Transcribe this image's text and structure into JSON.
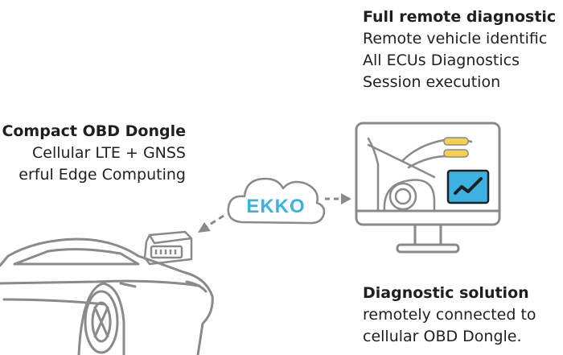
{
  "remote": {
    "title": "Full remote diagnostic",
    "lines": [
      "Remote vehicle identific",
      "All ECUs Diagnostics",
      "Session execution"
    ]
  },
  "dongle": {
    "title": "Compact OBD Dongle",
    "lines": [
      "Cellular LTE + GNSS",
      "erful Edge Computing"
    ]
  },
  "solution": {
    "title": "Diagnostic solution",
    "lines": [
      "remotely connected to",
      "cellular OBD Dongle."
    ]
  },
  "cloud": {
    "logo_text": "EKKO"
  },
  "colors": {
    "line": "#8a8a8a",
    "accent_blue": "#3bb2e0",
    "accent_yellow": "#f5d14e",
    "dark": "#1f1f1f"
  },
  "icons": [
    "car-icon",
    "obd-dongle-icon",
    "cloud-icon",
    "monitor-icon",
    "chart-icon",
    "arrow-icon"
  ]
}
